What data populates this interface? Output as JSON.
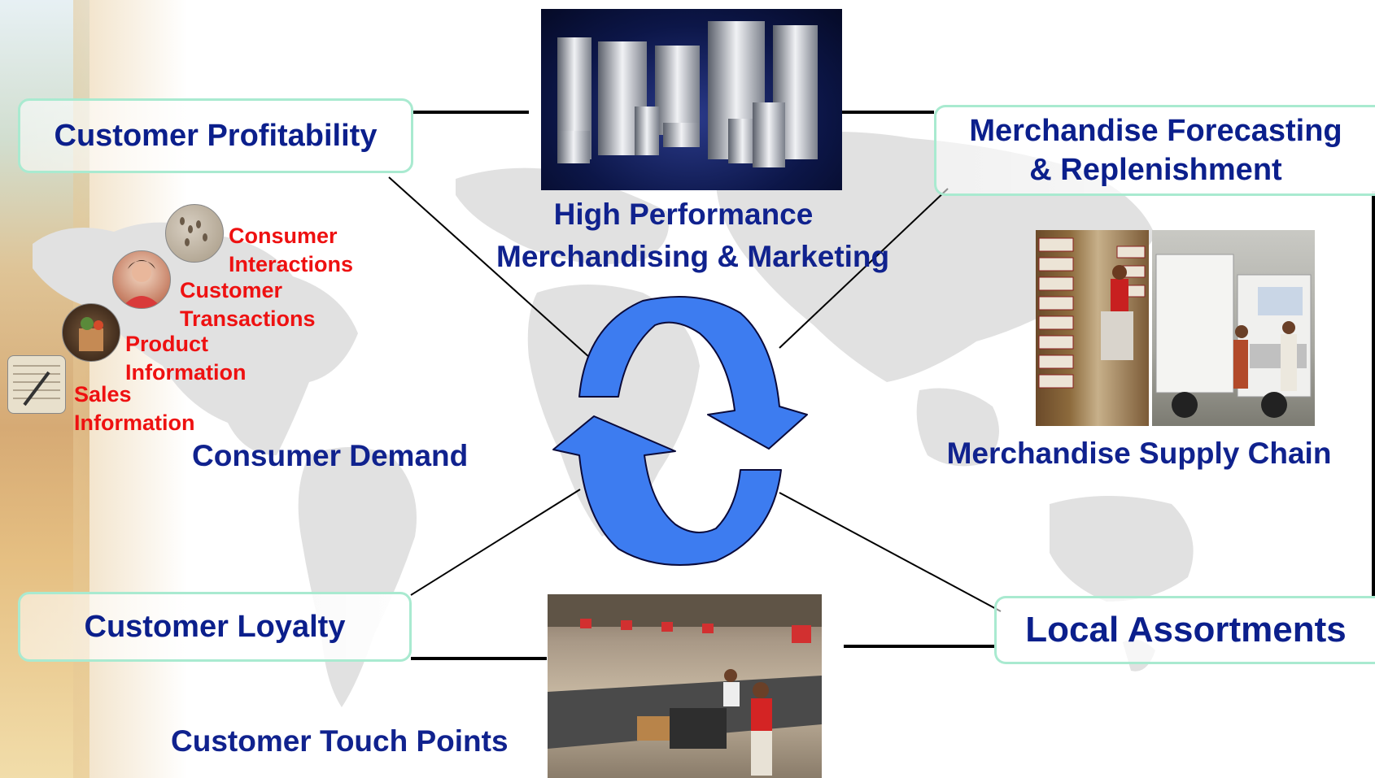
{
  "nodes": {
    "customer_profitability": "Customer Profitability",
    "forecasting_line1": "Merchandise Forecasting",
    "forecasting_line2": "& Replenishment",
    "customer_loyalty": "Customer Loyalty",
    "local_assortments": "Local Assortments"
  },
  "labels": {
    "high_performance_line1": "High Performance",
    "high_performance_line2": "Merchandising & Marketing",
    "consumer_demand": "Consumer Demand",
    "supply_chain": "Merchandise Supply Chain",
    "touch_points": "Customer Touch Points"
  },
  "data_sources": {
    "consumer_interactions_line1": "Consumer",
    "consumer_interactions_line2": "Interactions",
    "customer_transactions_line1": "Customer",
    "customer_transactions_line2": "Transactions",
    "product_information_line1": "Product",
    "product_information_line2": "Information",
    "sales_information_line1": "Sales",
    "sales_information_line2": "Information"
  },
  "icons": {
    "cycle": "cycle-arrows-icon",
    "server": "server-room-photo",
    "warehouse": "warehouse-photo",
    "truck": "truck-photo",
    "checkout": "checkout-photo"
  },
  "colors": {
    "title_blue": "#0b1f8c",
    "data_red": "#ee1111",
    "node_border": "#a9ead0",
    "arrow_blue": "#3d7cf0"
  }
}
